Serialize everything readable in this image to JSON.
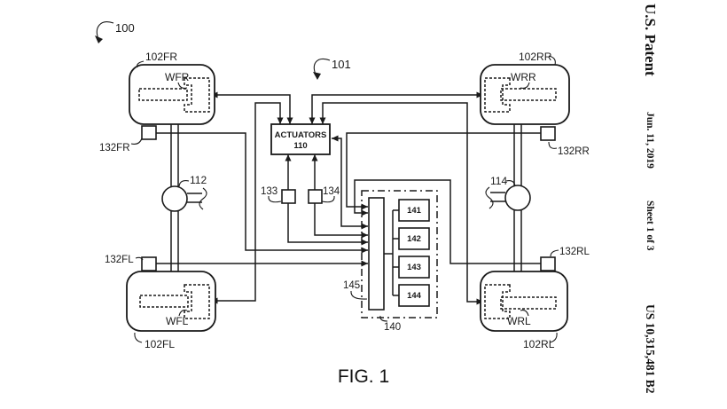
{
  "sidebar": {
    "publication": "U.S. Patent",
    "date": "Jun. 11, 2019",
    "sheet": "Sheet 1 of 3",
    "patent_number": "US 10,315,481 B2"
  },
  "caption": "FIG. 1",
  "labels": {
    "ref_100": "100",
    "ref_101": "101",
    "actuators_title": "ACTUATORS",
    "actuators_ref": "110",
    "wfr": "WFR",
    "wrr": "WRR",
    "wfl": "WFL",
    "wrl": "WRL",
    "ref_102fr": "102FR",
    "ref_102rr": "102RR",
    "ref_102fl": "102FL",
    "ref_102rl": "102RL",
    "ref_132fr": "132FR",
    "ref_132rr": "132RR",
    "ref_132fl": "132FL",
    "ref_132rl": "132RL",
    "ref_133": "133",
    "ref_134": "134",
    "ref_112": "112",
    "ref_114": "114",
    "ref_140": "140",
    "ref_145": "145",
    "ref_141": "141",
    "ref_142": "142",
    "ref_143": "143",
    "ref_144": "144"
  },
  "colors": {
    "ink": "#1a1a1a",
    "paper": "#ffffff"
  }
}
